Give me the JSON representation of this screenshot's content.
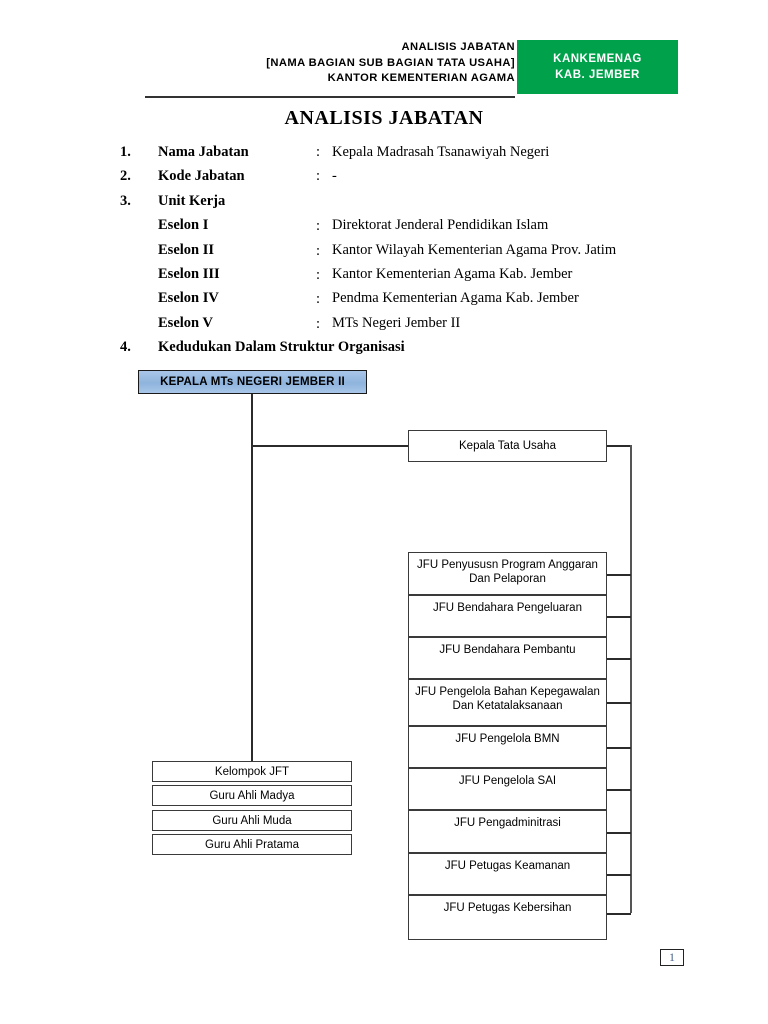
{
  "header": {
    "title_lines": [
      "ANALISIS JABATAN",
      "[NAMA BAGIAN SUB BAGIAN TATA USAHA]",
      "KANTOR KEMENTERIAN AGAMA"
    ],
    "badge_lines": [
      "KANKEMENAG",
      "KAB. JEMBER"
    ],
    "badge_color": "#00A14B"
  },
  "document": {
    "title": "ANALISIS JABATAN",
    "page_number": "1"
  },
  "info": {
    "rows": [
      {
        "num": "1.",
        "label": "Nama Jabatan",
        "colon": ":",
        "value": "Kepala Madrasah Tsanawiyah Negeri"
      },
      {
        "num": "2.",
        "label": "Kode Jabatan",
        "colon": ":",
        "value": "-"
      },
      {
        "num": "3.",
        "label": "Unit Kerja",
        "colon": "",
        "value": ""
      },
      {
        "num": "",
        "label": "Eselon I",
        "colon": ":",
        "value": "Direktorat Jenderal Pendidikan Islam"
      },
      {
        "num": "",
        "label": "Eselon II",
        "colon": ":",
        "value": "Kantor Wilayah Kementerian Agama Prov. Jatim"
      },
      {
        "num": "",
        "label": "Eselon III",
        "colon": ":",
        "value": "Kantor Kementerian Agama Kab. Jember"
      },
      {
        "num": "",
        "label": "Eselon IV",
        "colon": ":",
        "value": "Pendma Kementerian Agama Kab. Jember"
      },
      {
        "num": "",
        "label": "Eselon V",
        "colon": ":",
        "value": "MTs Negeri Jember II"
      },
      {
        "num": "4.",
        "label": "Kedudukan Dalam Struktur Organisasi",
        "colon": "",
        "value": ""
      }
    ]
  },
  "org_chart": {
    "head": {
      "label": "KEPALA MTs NEGERI JEMBER II",
      "fill": "#9BBCE3"
    },
    "tata_usaha": {
      "label": "Kepala Tata Usaha"
    },
    "jft_group": [
      {
        "label": "Kelompok JFT"
      },
      {
        "label": "Guru Ahli Madya"
      },
      {
        "label": "Guru Ahli Muda"
      },
      {
        "label": "Guru Ahli Pratama"
      }
    ],
    "jfu_list": [
      {
        "label": "JFU Penyususn Program Anggaran Dan Pelaporan"
      },
      {
        "label": "JFU Bendahara Pengeluaran"
      },
      {
        "label": "JFU Bendahara Pembantu"
      },
      {
        "label": "JFU Pengelola Bahan Kepegawalan Dan Ketatalaksanaan"
      },
      {
        "label": "JFU Pengelola BMN"
      },
      {
        "label": "JFU Pengelola SAI"
      },
      {
        "label": "JFU Pengadminitrasi"
      },
      {
        "label": "JFU Petugas Keamanan"
      },
      {
        "label": "JFU Petugas Kebersihan"
      }
    ]
  }
}
